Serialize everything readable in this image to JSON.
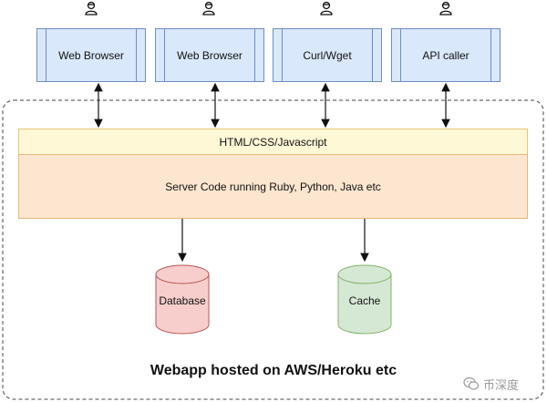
{
  "clients": [
    {
      "label": "Web Browser"
    },
    {
      "label": "Web Browser"
    },
    {
      "label": "Curl/Wget"
    },
    {
      "label": "API caller"
    }
  ],
  "layers": {
    "top": "HTML/CSS/Javascript",
    "main": "Server Code running Ruby, Python, Java etc"
  },
  "stores": {
    "database": "Database",
    "cache": "Cache"
  },
  "footer": {
    "title": "Webapp hosted on AWS/Heroku etc"
  },
  "watermark": {
    "text": "币深度"
  },
  "icons": {
    "user": "user-icon",
    "watermark": "wechat-icon"
  },
  "colors": {
    "client_fill": "#dae8fc",
    "client_stroke": "#6c8ebf",
    "layer_top_fill": "#fff8d6",
    "layer_main_fill": "#fde6cf",
    "database_fill": "#f8cecc",
    "database_stroke": "#b85450",
    "cache_fill": "#d5e8d4",
    "cache_stroke": "#82b366"
  }
}
